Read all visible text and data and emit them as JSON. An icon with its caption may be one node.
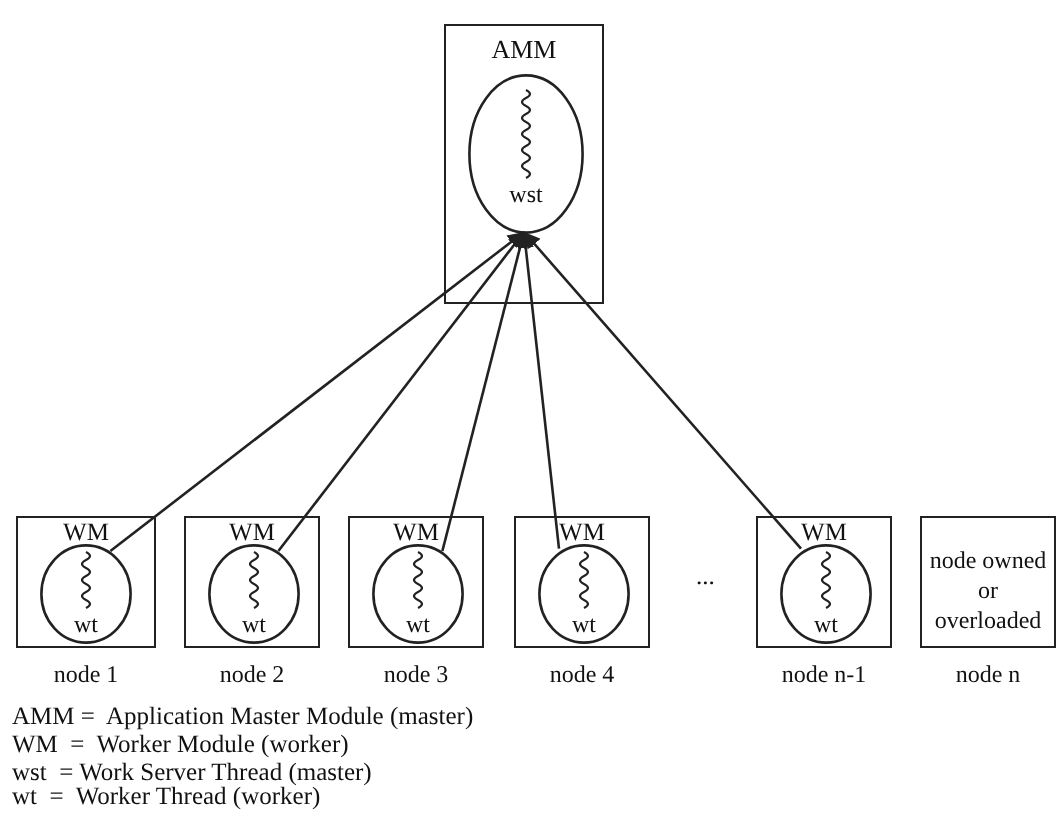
{
  "diagram": {
    "nodes": [
      {
        "text": [
          "AMM"
        ]
      },
      {
        "text": [
          "wst"
        ],
        "in": 0
      },
      {
        "text": [
          "WM"
        ],
        "beside": [
          "node 1"
        ]
      },
      {
        "text": [
          "wt"
        ],
        "in": 2
      },
      {
        "text": [
          "WM"
        ],
        "beside": [
          "node 2"
        ]
      },
      {
        "text": [
          "wt"
        ],
        "in": 4
      },
      {
        "text": [
          "WM"
        ],
        "beside": [
          "node 3"
        ]
      },
      {
        "text": [
          "wt"
        ],
        "in": 6
      },
      {
        "text": [
          "WM"
        ],
        "beside": [
          "node 4"
        ]
      },
      {
        "text": [
          "wt"
        ],
        "in": 8
      },
      {
        "text": [
          "WM"
        ],
        "beside": [
          "node n-1"
        ]
      },
      {
        "text": [
          "wt"
        ],
        "in": 10
      },
      {
        "text": [
          "node owned or overloaded"
        ],
        "beside": [
          "node n"
        ]
      }
    ],
    "edges": [
      {
        "from": 3,
        "to": 1,
        "arrow": "to"
      },
      {
        "from": 5,
        "to": 1,
        "arrow": "to"
      },
      {
        "from": 7,
        "to": 1,
        "arrow": "to"
      },
      {
        "from": 9,
        "to": 1,
        "arrow": "to"
      },
      {
        "from": 11,
        "to": 1,
        "arrow": "to"
      }
    ],
    "labels": [
      "...",
      "AMM =  Application Master Module (master)",
      "WM  =  Worker Module (worker)",
      "wst  = Work Server Thread (master)",
      "wt  =  Worker Thread (worker)"
    ]
  }
}
